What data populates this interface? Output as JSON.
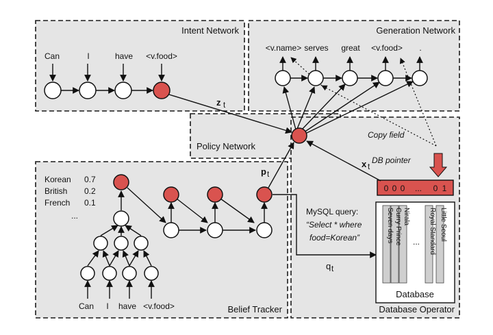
{
  "regions": {
    "intent": "Intent Network",
    "generation": "Generation Network",
    "policy": "Policy Network",
    "belief": "Belief Tracker",
    "dbop": "Database Operator"
  },
  "intent_words": [
    "Can",
    "I",
    "have",
    "<v.food>"
  ],
  "gen_words": [
    "<v.name>",
    "serves",
    "great",
    "<v.food>",
    "."
  ],
  "vars": {
    "z": "z",
    "z_sub": "t",
    "p": "p",
    "p_sub": "t",
    "x": "x",
    "x_sub": "t",
    "q": "q",
    "q_sub": "t"
  },
  "copy_field": "Copy field",
  "db_pointer": "DB pointer",
  "db_vector": [
    "0",
    "0",
    "0",
    "...",
    "0",
    "1"
  ],
  "belief_dist": [
    {
      "label": "Korean",
      "value": "0.7"
    },
    {
      "label": "British",
      "value": "0.2"
    },
    {
      "label": "French",
      "value": "0.1"
    },
    {
      "label": "...",
      "value": ""
    }
  ],
  "belief_words": [
    "Can",
    "I",
    "have",
    "<v.food>"
  ],
  "query": {
    "line1": "MySQL query:",
    "line2": "“Select * where",
    "line3": "food=Korean”"
  },
  "database": {
    "label": "Database",
    "columns": [
      [
        "Seven days",
        "Curry Prince",
        "Nirala"
      ],
      [
        "Royal Standard",
        "Little Seoul"
      ]
    ],
    "ellipsis": "..."
  }
}
